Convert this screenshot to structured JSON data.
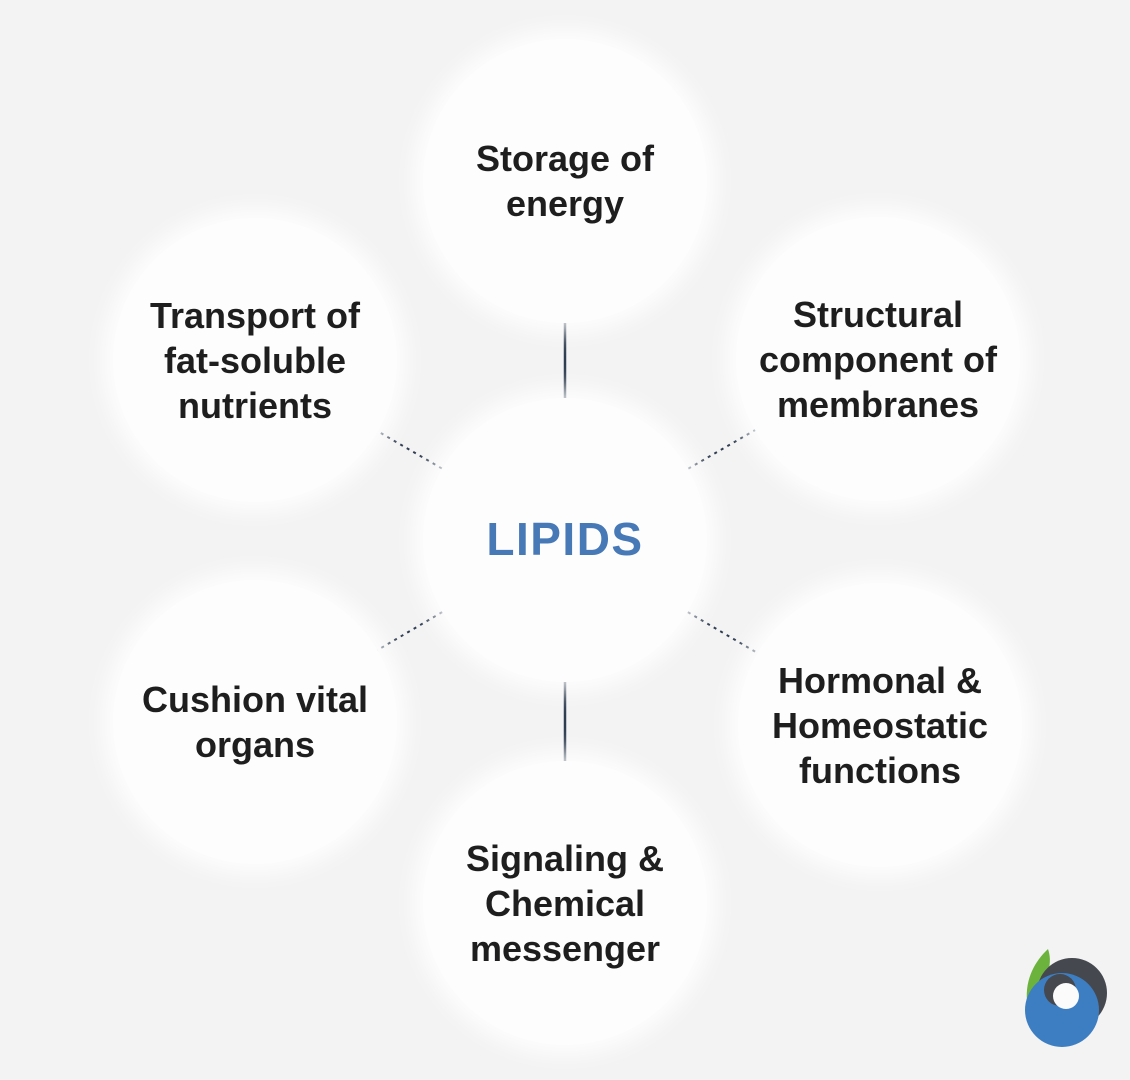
{
  "diagram": {
    "center": {
      "label": "LIPIDS"
    },
    "nodes": [
      {
        "id": "storage-of-energy",
        "label": "Storage of\nenergy"
      },
      {
        "id": "structural-component",
        "label": "Structural\ncomponent of\nmembranes"
      },
      {
        "id": "hormonal-homeostatic",
        "label": "Hormonal &\nHomeostatic\nfunctions"
      },
      {
        "id": "signaling-messenger",
        "label": "Signaling &\nChemical\nmessenger"
      },
      {
        "id": "cushion-vital-organs",
        "label": "Cushion vital\norgans"
      },
      {
        "id": "transport-nutrients",
        "label": "Transport of\nfat-soluble\nnutrients"
      }
    ]
  },
  "logo": {
    "icon": "b-leaf-brand-mark"
  },
  "colors": {
    "bg": "#f3f3f4",
    "accent": "#4879b7",
    "text": "#1e1e1e",
    "line": "#2e3c50",
    "logo_green": "#6cb33e",
    "logo_dark": "#45484e",
    "logo_blue": "#3d7ec2"
  }
}
